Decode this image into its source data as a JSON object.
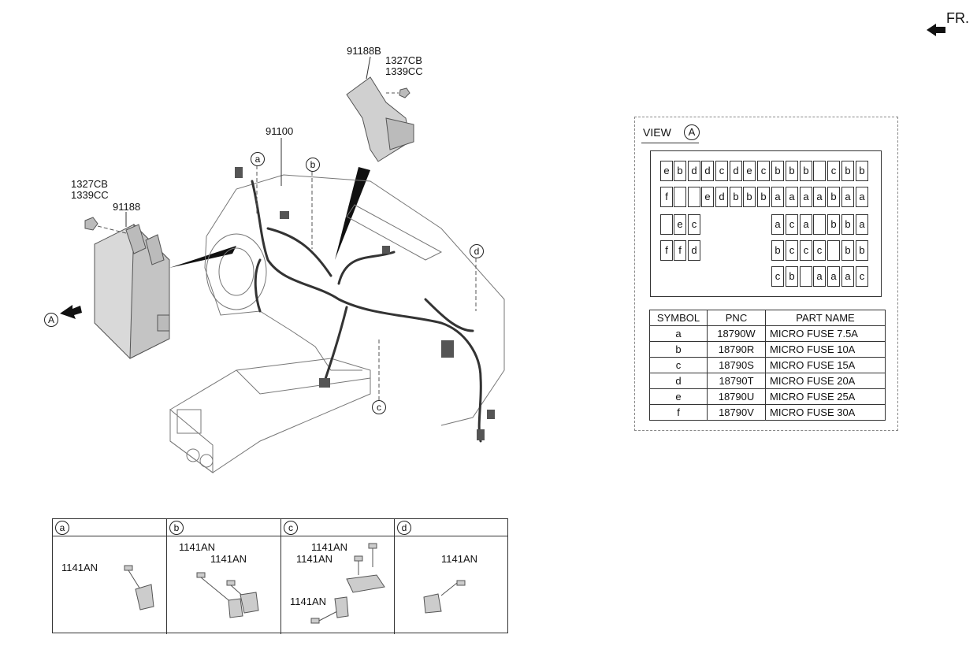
{
  "front_indicator": "FR.",
  "callouts": {
    "part_91188B": "91188B",
    "nut_top_1": "1327CB",
    "nut_top_2": "1339CC",
    "harness_91100": "91100",
    "nut_left_1": "1327CB",
    "nut_left_2": "1339CC",
    "box_91188": "91188",
    "view_marker": "A",
    "detail_a": "a",
    "detail_b": "b",
    "detail_c": "c",
    "detail_d": "d"
  },
  "view_a": {
    "title": "VIEW",
    "marker": "A",
    "fuse_rows": [
      [
        "e",
        "b",
        "d",
        "d",
        "c",
        "d",
        "e",
        "c",
        "b",
        "b",
        "b",
        "",
        "c",
        "b",
        "b"
      ],
      [
        "f",
        "",
        "",
        "e",
        "d",
        "b",
        "b",
        "b",
        "a",
        "a",
        "a",
        "a",
        "b",
        "a",
        "a"
      ],
      [
        "",
        "e",
        "c",
        "",
        "",
        "",
        "",
        "",
        "a",
        "c",
        "a",
        "",
        "b",
        "b",
        "a"
      ],
      [
        "f",
        "f",
        "d",
        "",
        "",
        "",
        "",
        "",
        "b",
        "c",
        "c",
        "c",
        "",
        "b",
        "b"
      ],
      [
        "",
        "",
        "",
        "",
        "",
        "",
        "",
        "",
        "c",
        "b",
        "",
        "a",
        "a",
        "a",
        "c"
      ]
    ],
    "table": {
      "headers": [
        "SYMBOL",
        "PNC",
        "PART NAME"
      ],
      "rows": [
        [
          "a",
          "18790W",
          "MICRO FUSE 7.5A"
        ],
        [
          "b",
          "18790R",
          "MICRO FUSE 10A"
        ],
        [
          "c",
          "18790S",
          "MICRO FUSE 15A"
        ],
        [
          "d",
          "18790T",
          "MICRO FUSE 20A"
        ],
        [
          "e",
          "18790U",
          "MICRO FUSE 25A"
        ],
        [
          "f",
          "18790V",
          "MICRO FUSE 30A"
        ]
      ]
    }
  },
  "details": [
    {
      "symbol": "a",
      "parts": [
        "1141AN"
      ]
    },
    {
      "symbol": "b",
      "parts": [
        "1141AN",
        "1141AN"
      ]
    },
    {
      "symbol": "c",
      "parts": [
        "1141AN",
        "1141AN",
        "1141AN"
      ]
    },
    {
      "symbol": "d",
      "parts": [
        "1141AN"
      ]
    }
  ]
}
